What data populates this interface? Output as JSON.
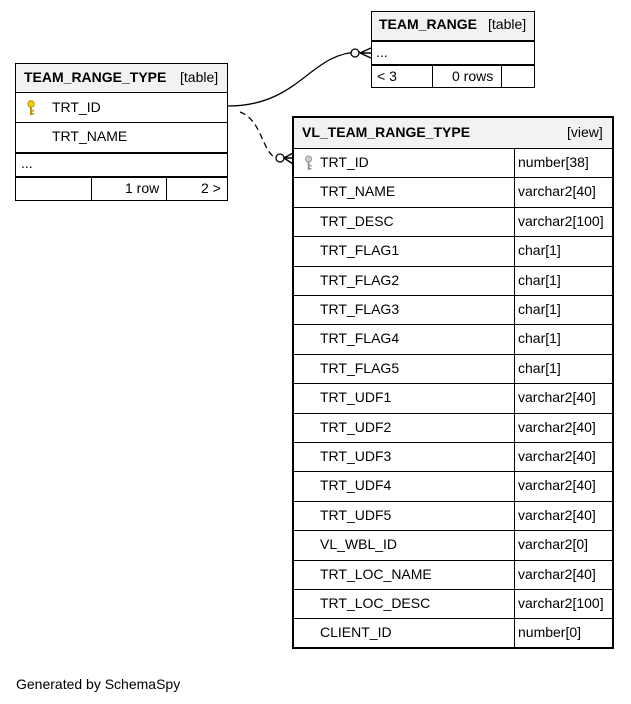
{
  "team_range_type": {
    "title": "TEAM_RANGE_TYPE",
    "kind": "[table]",
    "columns": [
      "TRT_ID",
      "TRT_NAME"
    ],
    "more": "...",
    "children_count": "",
    "rows": "1 row",
    "parents": "2 >"
  },
  "team_range": {
    "title": "TEAM_RANGE",
    "kind": "[table]",
    "more": "...",
    "children": "< 3",
    "rows": "0 rows",
    "parents": ""
  },
  "vl_team_range_type": {
    "title": "VL_TEAM_RANGE_TYPE",
    "kind": "[view]",
    "columns": [
      {
        "name": "TRT_ID",
        "type": "number[38]"
      },
      {
        "name": "TRT_NAME",
        "type": "varchar2[40]"
      },
      {
        "name": "TRT_DESC",
        "type": "varchar2[100]"
      },
      {
        "name": "TRT_FLAG1",
        "type": "char[1]"
      },
      {
        "name": "TRT_FLAG2",
        "type": "char[1]"
      },
      {
        "name": "TRT_FLAG3",
        "type": "char[1]"
      },
      {
        "name": "TRT_FLAG4",
        "type": "char[1]"
      },
      {
        "name": "TRT_FLAG5",
        "type": "char[1]"
      },
      {
        "name": "TRT_UDF1",
        "type": "varchar2[40]"
      },
      {
        "name": "TRT_UDF2",
        "type": "varchar2[40]"
      },
      {
        "name": "TRT_UDF3",
        "type": "varchar2[40]"
      },
      {
        "name": "TRT_UDF4",
        "type": "varchar2[40]"
      },
      {
        "name": "TRT_UDF5",
        "type": "varchar2[40]"
      },
      {
        "name": "VL_WBL_ID",
        "type": "varchar2[0]"
      },
      {
        "name": "TRT_LOC_NAME",
        "type": "varchar2[40]"
      },
      {
        "name": "TRT_LOC_DESC",
        "type": "varchar2[100]"
      },
      {
        "name": "CLIENT_ID",
        "type": "number[0]"
      }
    ]
  },
  "footer": "Generated by SchemaSpy",
  "colors": {
    "primary_key": "#f0d000",
    "implied_key": "#a0a0a0",
    "header_bg": "#f2f2f2"
  }
}
